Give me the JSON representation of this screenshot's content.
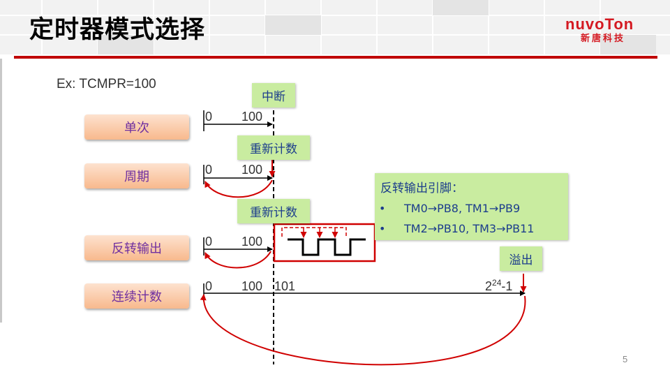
{
  "slide": {
    "title": "定时器模式选择",
    "example": "Ex: TCMPR=100",
    "page_number": "5"
  },
  "logo": {
    "main": "nuvoTon",
    "sub": "新唐科技"
  },
  "tags": {
    "interrupt": "中断",
    "recount_1": "重新计数",
    "recount_2": "重新计数",
    "overflow": "溢出"
  },
  "modes": [
    "单次",
    "周期",
    "反转输出",
    "连续计数"
  ],
  "timelines": {
    "row1": {
      "start": "0",
      "compare": "100"
    },
    "row2": {
      "start": "0",
      "compare": "100"
    },
    "row3": {
      "start": "0",
      "compare": "100"
    },
    "row4": {
      "start": "0",
      "compare": "100",
      "next": "101",
      "max_base": "2",
      "max_exp": "24",
      "max_suffix": "-1"
    }
  },
  "callout": {
    "title": "反转输出引脚：",
    "bullet": "•",
    "items": [
      {
        "a": "TM0",
        "a_pin": "PB8",
        "b": "TM1",
        "b_pin": "PB9"
      },
      {
        "a": "TM2",
        "a_pin": "PB10",
        "b": "TM3",
        "b_pin": "PB11"
      }
    ],
    "arrow": "→",
    "sep": ", "
  },
  "colors": {
    "accent_red": "#c00000",
    "tag_green": "#c9eca0",
    "mode_orange": "#f8b98d",
    "text_blue": "#1c3d8c",
    "mode_text": "#7030a0"
  }
}
